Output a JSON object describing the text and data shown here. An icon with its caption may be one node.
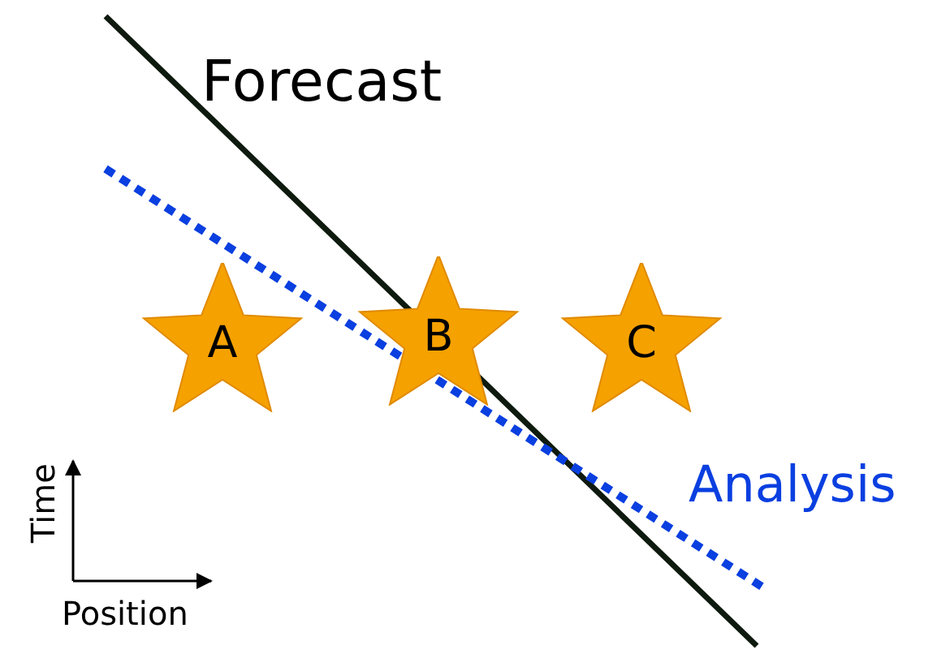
{
  "diagram": {
    "nodes": [
      {
        "text": [
          "A"
        ]
      },
      {
        "text": [
          "B"
        ]
      },
      {
        "text": [
          "C"
        ]
      }
    ],
    "labels": [
      "Forecast",
      "Analysis",
      "Time",
      "Position"
    ]
  }
}
